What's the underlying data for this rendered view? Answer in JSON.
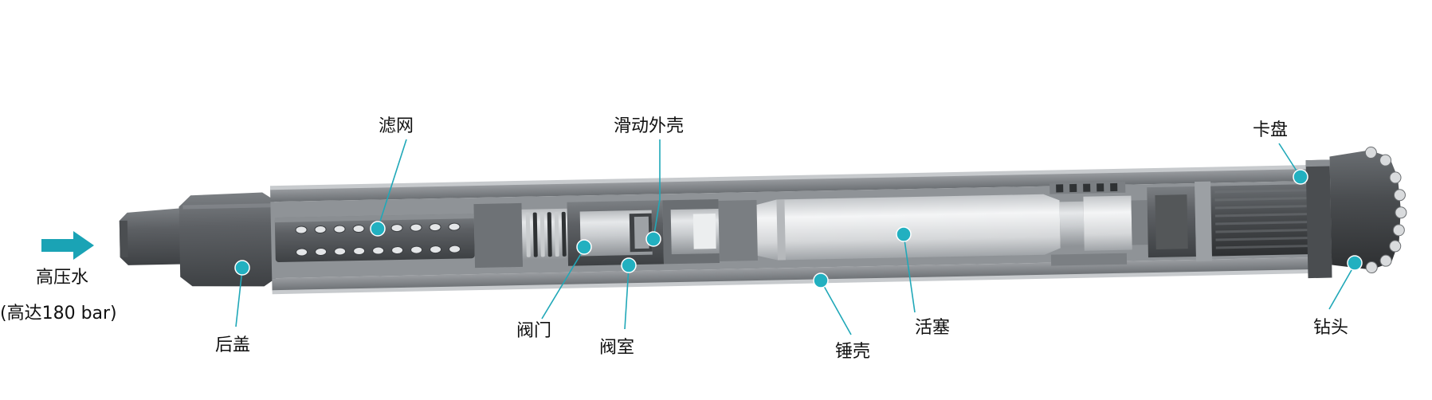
{
  "diagram": {
    "input": {
      "line1": "高压水",
      "line2": "(高达180 bar)"
    },
    "labels": {
      "filter": "滤网",
      "sliding_shell": "滑动外壳",
      "chuck": "卡盘",
      "back_cover": "后盖",
      "valve": "阀门",
      "valve_chamber": "阀室",
      "hammer_shell": "锤壳",
      "piston": "活塞",
      "drill_bit": "钻头"
    },
    "colors": {
      "accent": "#22b0c0",
      "arrow": "#1aa3b5",
      "metal_dark": "#55585c",
      "metal_light": "#d8dadc"
    }
  }
}
